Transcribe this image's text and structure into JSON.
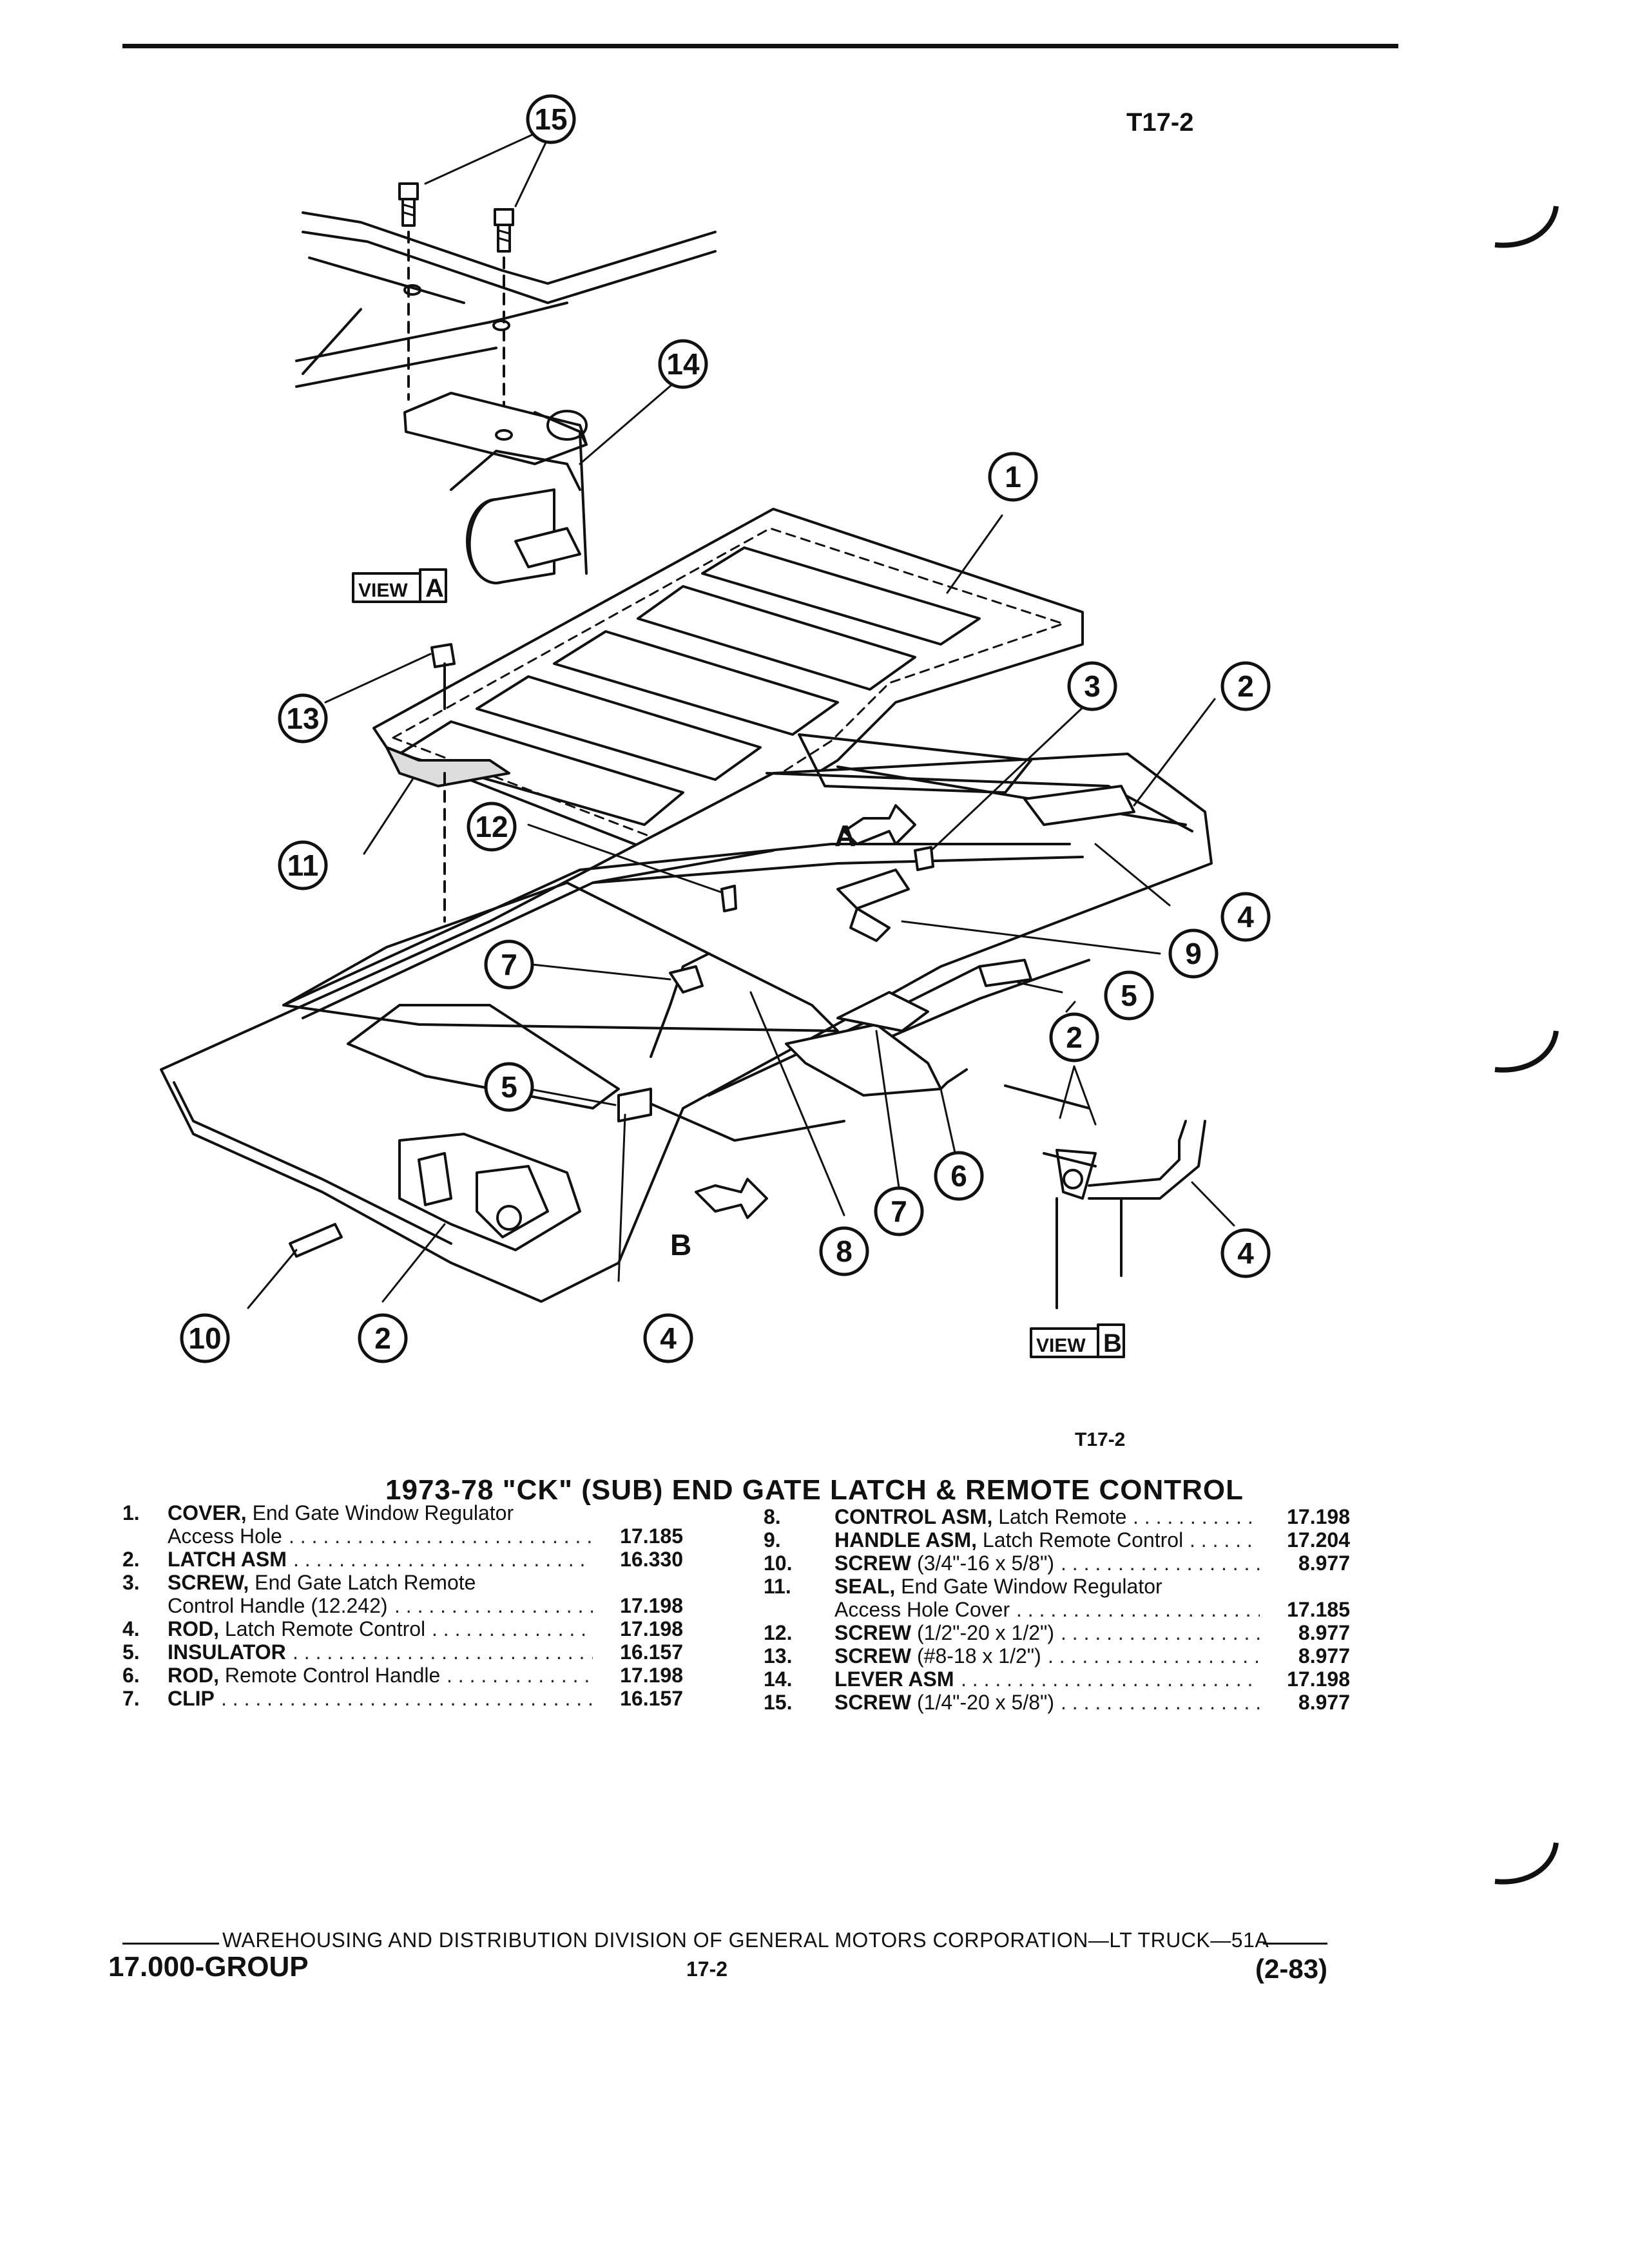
{
  "figure_code": "T17-2",
  "figure_code_small": "T17-2",
  "title": "1973-78 \"CK\" (SUB) END GATE LATCH & REMOTE CONTROL",
  "view_labels": {
    "view_word": "VIEW",
    "a": "A",
    "b": "B"
  },
  "diagram_letters": {
    "a": "A",
    "b": "B"
  },
  "callouts": [
    "15",
    "14",
    "1",
    "13",
    "3",
    "2",
    "11",
    "12",
    "4",
    "7",
    "9",
    "5",
    "2",
    "5",
    "6",
    "7",
    "8",
    "4",
    "10",
    "2",
    "4"
  ],
  "parts_left": [
    {
      "num": "1.",
      "name_bold": "COVER,",
      "name": " End Gate Window Regulator",
      "cont": "Access Hole",
      "ref": "17.185"
    },
    {
      "num": "2.",
      "name_bold": "LATCH ASM",
      "name": "",
      "ref": "16.330"
    },
    {
      "num": "3.",
      "name_bold": "SCREW,",
      "name": " End Gate Latch Remote",
      "cont": "Control Handle (12.242)",
      "ref": "17.198"
    },
    {
      "num": "4.",
      "name_bold": "ROD,",
      "name": " Latch Remote Control",
      "ref": "17.198"
    },
    {
      "num": "5.",
      "name_bold": "INSULATOR",
      "name": "",
      "ref": "16.157"
    },
    {
      "num": "6.",
      "name_bold": "ROD,",
      "name": " Remote Control Handle",
      "ref": "17.198"
    },
    {
      "num": "7.",
      "name_bold": "CLIP",
      "name": "",
      "ref": "16.157"
    }
  ],
  "parts_right": [
    {
      "num": "8.",
      "name_bold": "CONTROL ASM,",
      "name": " Latch Remote",
      "ref": "17.198"
    },
    {
      "num": "9.",
      "name_bold": "HANDLE ASM,",
      "name": " Latch Remote Control",
      "ref": "17.204"
    },
    {
      "num": "10.",
      "name_bold": "SCREW",
      "name": " (3/4\"-16 x 5/8\")",
      "ref": "8.977"
    },
    {
      "num": "11.",
      "name_bold": "SEAL,",
      "name": " End Gate Window Regulator",
      "cont": "Access Hole Cover",
      "ref": "17.185"
    },
    {
      "num": "12.",
      "name_bold": "SCREW",
      "name": " (1/2\"-20 x 1/2\")",
      "ref": "8.977"
    },
    {
      "num": "13.",
      "name_bold": "SCREW",
      "name": " (#8-18 x 1/2\")",
      "ref": "8.977"
    },
    {
      "num": "14.",
      "name_bold": "LEVER ASM",
      "name": "",
      "ref": "17.198"
    },
    {
      "num": "15.",
      "name_bold": "SCREW",
      "name": " (1/4\"-20 x 5/8\")",
      "ref": "8.977"
    }
  ],
  "footer": {
    "publisher": "WAREHOUSING AND DISTRIBUTION  DIVISION OF GENERAL MOTORS CORPORATION—LT TRUCK—51A",
    "group": "17.000-GROUP",
    "page": "17-2",
    "date": "(2-83)"
  }
}
